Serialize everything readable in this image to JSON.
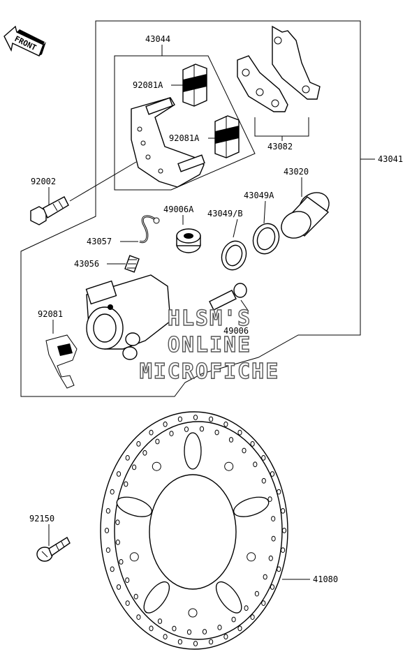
{
  "front_arrow": {
    "label": "FRONT"
  },
  "labels": {
    "p43044": "43044",
    "p92081A_top": "92081A",
    "p92081A_bottom": "92081A",
    "p43082": "43082",
    "p43041": "43041",
    "p92002": "92002",
    "p43020": "43020",
    "p49006A": "49006A",
    "p43049B": "43049/B",
    "p43049A": "43049A",
    "p43057": "43057",
    "p43056": "43056",
    "p92081": "92081",
    "p49006": "49006",
    "p92150": "92150",
    "p41080": "41080"
  },
  "watermark": {
    "line1": "HLSM'S",
    "line2": "ONLINE",
    "line3": "MICROFICHE"
  }
}
